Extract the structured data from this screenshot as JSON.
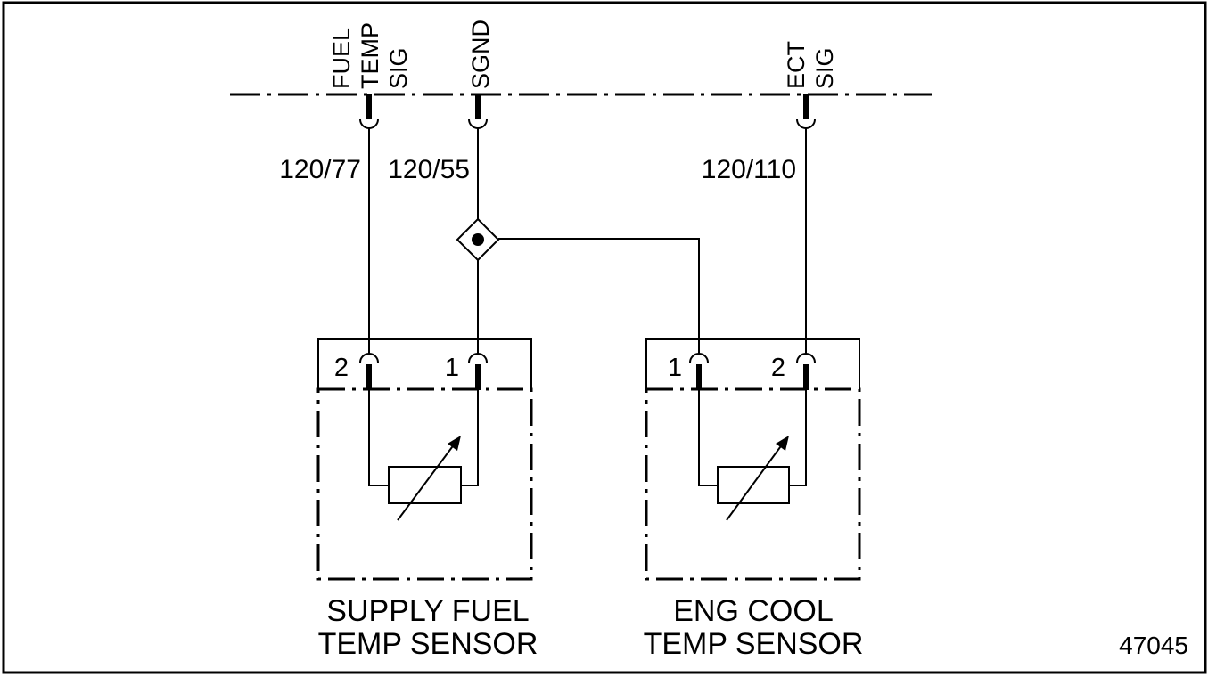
{
  "colors": {
    "ink": "#000000",
    "paper": "#ffffff"
  },
  "ecm_pins": {
    "fuel_temp_sig": [
      "FUEL",
      "TEMP",
      "SIG"
    ],
    "sgnd": [
      "SGND"
    ],
    "ect_sig": [
      "ECT",
      "SIG"
    ]
  },
  "wires": {
    "fuel_temp_sig": "120/77",
    "sgnd": "120/55",
    "ect_sig": "120/110"
  },
  "sensors": {
    "supply_fuel": {
      "name_line1": "SUPPLY FUEL",
      "name_line2": "TEMP SENSOR",
      "pin_left": "2",
      "pin_right": "1"
    },
    "eng_cool": {
      "name_line1": "ENG COOL",
      "name_line2": "TEMP SENSOR",
      "pin_left": "1",
      "pin_right": "2"
    }
  },
  "figure_number": "47045",
  "icons": {
    "splice": "splice-diamond-icon",
    "thermistor": "variable-resistor-icon",
    "connector": "connector-terminal-icon"
  }
}
